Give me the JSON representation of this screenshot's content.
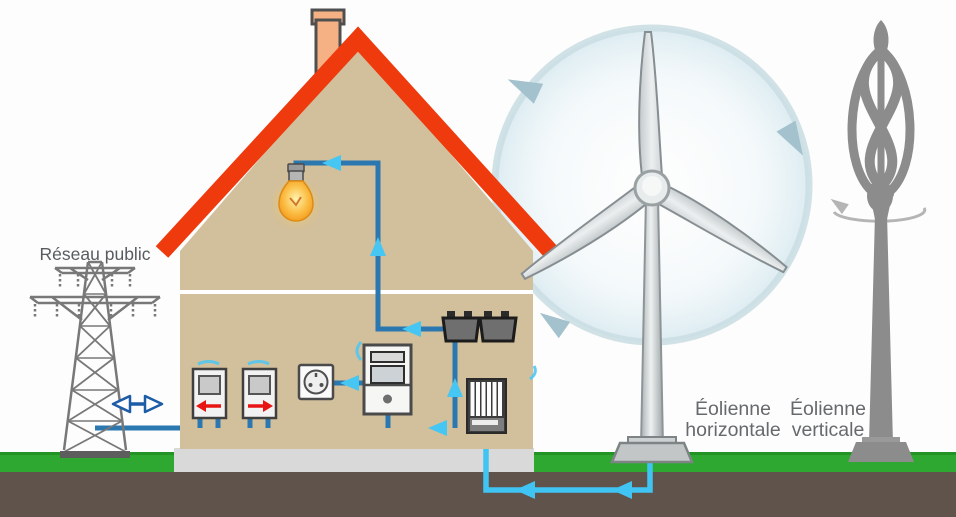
{
  "labels": {
    "reseau_public": "Réseau public",
    "eolienne_horizontale": {
      "line1": "Éolienne",
      "line2": "horizontale"
    },
    "eolienne_verticale": {
      "line1": "Éolienne",
      "line2": "verticale"
    }
  },
  "components": {
    "pylon": "grid-pylon-icon",
    "house": "house-cutaway",
    "export_meter": "meter-red-arrow-left",
    "import_meter": "meter-red-arrow-right",
    "outlet": "power-outlet-icon",
    "inverter": "inverter-unit-icon",
    "batteries": "battery-icons",
    "charge_controller": "charge-controller-icon",
    "bulb": "light-bulb-icon",
    "horizontal_turbine": "horizontal-axis-wind-turbine",
    "vertical_turbine": "vertical-axis-wind-turbine",
    "underground_cable": "cyan-underground-cable",
    "grid_link_arrow": "double-headed-arrow"
  },
  "colors": {
    "roof_red": "#ee3a0c",
    "wall_tan": "#d2bf9c",
    "grass_green": "#2fa832",
    "soil_brown": "#60534b",
    "foundation_gray": "#d9d9d9",
    "wire_blue": "#2b77b0",
    "flow_cyan": "#3fc4f3",
    "meter_arrow_red": "#e81414",
    "bulb_yellow": "#f8a61e",
    "pylon_gray": "#787878",
    "turbine_gray": "#8c8c8c",
    "halo_blue": "#c9dde3",
    "label_gray": "#666a6d",
    "link_arrow_blue": "#1d5ca7",
    "chimney_orange": "#f5b184"
  }
}
